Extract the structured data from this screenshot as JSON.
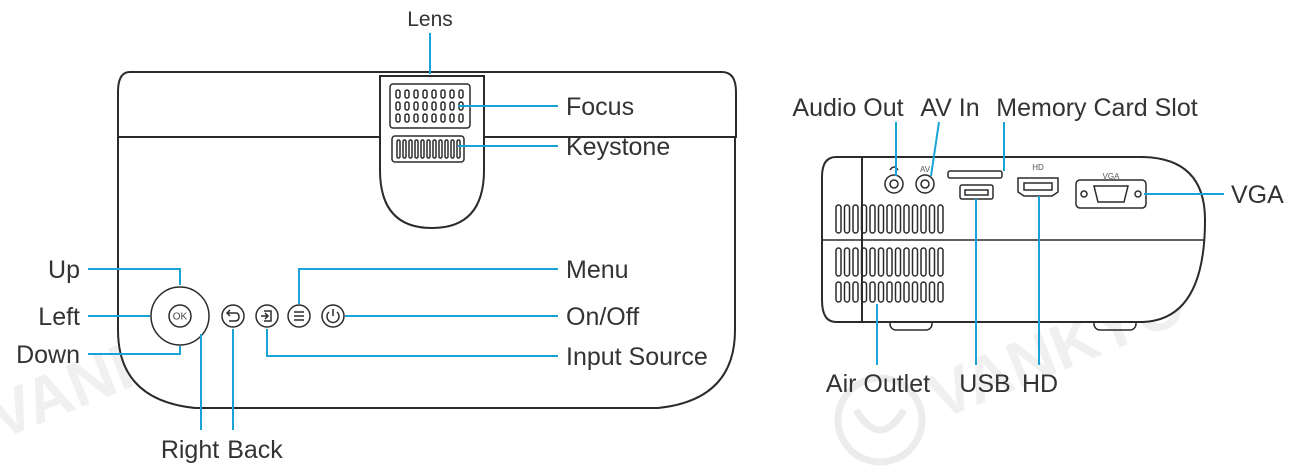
{
  "watermark": {
    "text": "VANKYO"
  },
  "front_view": {
    "labels": {
      "lens": "Lens",
      "focus": "Focus",
      "keystone": "Keystone",
      "up": "Up",
      "left": "Left",
      "down": "Down",
      "right": "Right",
      "back": "Back",
      "menu": "Menu",
      "on_off": "On/Off",
      "input_source": "Input Source"
    },
    "ok_button_text": "OK"
  },
  "side_view": {
    "labels": {
      "audio_out": "Audio Out",
      "av_in": "AV In",
      "memory_card_slot": "Memory Card Slot",
      "vga": "VGA",
      "air_outlet": "Air Outlet",
      "usb": "USB",
      "hd": "HD"
    },
    "port_marks": {
      "av": "AV",
      "hd": "HD",
      "vga": "VGA"
    }
  },
  "colors": {
    "callout": "#1aa3d9",
    "outline": "#2b2b2b",
    "label_text": "#333333"
  }
}
